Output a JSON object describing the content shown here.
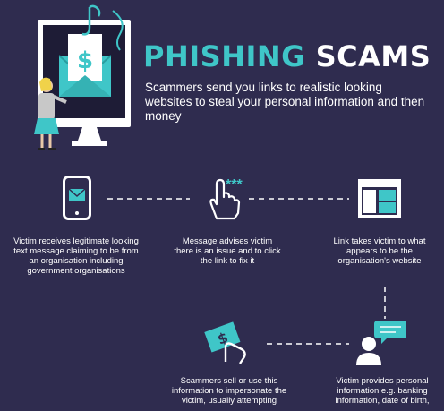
{
  "title": {
    "accent": "PHISHING",
    "rest": "SCAMS"
  },
  "subtitle": "Scammers send you links to realistic looking websites to steal your personal information and then money",
  "steps": [
    {
      "icon": "phone-message-icon",
      "text": "Victim receives legitimate looking text message claiming to be from an organisation including government organisations"
    },
    {
      "icon": "pointer-hand-icon",
      "text": "Message advises victim there is an issue and to click the link to fix it"
    },
    {
      "icon": "website-icon",
      "text": "Link takes victim to what appears to be the organisation's website"
    },
    {
      "icon": "money-hand-icon",
      "text": "Scammers sell or use this information to impersonate the victim, usually attempting"
    },
    {
      "icon": "person-speech-icon",
      "text": "Victim provides personal information e.g. banking information, date of birth,"
    }
  ],
  "hand_icon_stars": "***",
  "colors": {
    "background": "#2f2c4f",
    "accent": "#3fc6c8",
    "white": "#ffffff"
  }
}
